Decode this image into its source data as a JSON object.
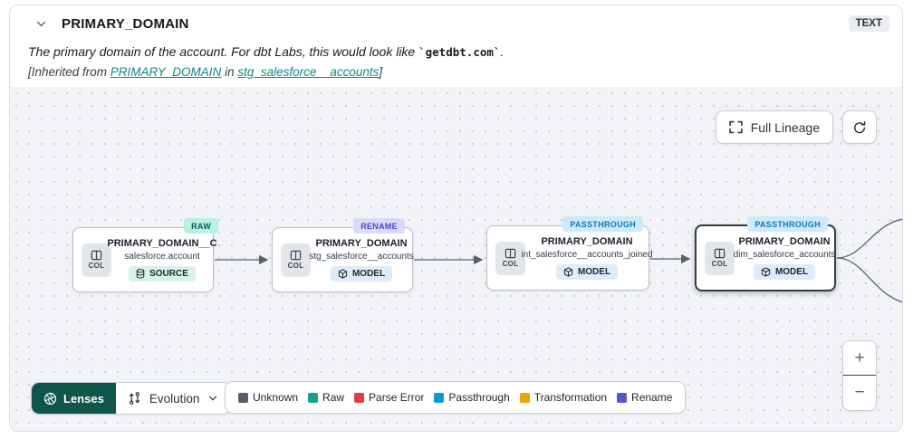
{
  "header": {
    "title": "PRIMARY_DOMAIN",
    "type_badge": "TEXT",
    "description": {
      "prefix": "The primary domain of the account. For dbt Labs, this would look like ",
      "code": "`getdbt.com`",
      "suffix": "."
    },
    "inherited": {
      "prefix": "[Inherited from ",
      "column_link": "PRIMARY_DOMAIN",
      "infix": " in ",
      "model_link": "stg_salesforce__accounts",
      "suffix": "]"
    }
  },
  "toolbar": {
    "full_lineage_label": "Full Lineage"
  },
  "nodes": [
    {
      "title": "PRIMARY_DOMAIN__C",
      "subtitle": "salesforce.account",
      "chip": "COL",
      "badge": "SOURCE",
      "tag": "RAW",
      "tag_bg": "#b9f1e1",
      "tag_text": "#0d6052"
    },
    {
      "title": "PRIMARY_DOMAIN",
      "subtitle": "stg_salesforce__accounts",
      "chip": "COL",
      "badge": "MODEL",
      "tag": "RENAME",
      "tag_bg": "#dcdafb",
      "tag_text": "#4a47c9"
    },
    {
      "title": "PRIMARY_DOMAIN",
      "subtitle": "int_salesforce__accounts_joined",
      "chip": "COL",
      "badge": "MODEL",
      "tag": "PASSTHROUGH",
      "tag_bg": "#cfe8fa",
      "tag_text": "#0a7cba"
    },
    {
      "title": "PRIMARY_DOMAIN",
      "subtitle": "dim_salesforce_accounts",
      "chip": "COL",
      "badge": "MODEL",
      "tag": "PASSTHROUGH",
      "tag_bg": "#cfe8fa",
      "tag_text": "#0a7cba"
    }
  ],
  "lenses": {
    "button_label": "Lenses",
    "selected_lens": "Evolution"
  },
  "legend": {
    "items": [
      {
        "label": "Unknown",
        "color": "#565e68"
      },
      {
        "label": "Raw",
        "color": "#16a08c"
      },
      {
        "label": "Parse Error",
        "color": "#df3e46"
      },
      {
        "label": "Passthrough",
        "color": "#0b99d6"
      },
      {
        "label": "Transformation",
        "color": "#f0a009"
      },
      {
        "label": "Rename",
        "color": "#5956d6"
      }
    ]
  },
  "zoom_controls": {
    "zoom_in": "+",
    "zoom_out": "−"
  },
  "palette": {
    "link": "#0f897b",
    "lenses_button_bg": "#0e554b",
    "source_badge_bg": "#d8f1ea",
    "model_badge_bg": "#dcecfa"
  }
}
